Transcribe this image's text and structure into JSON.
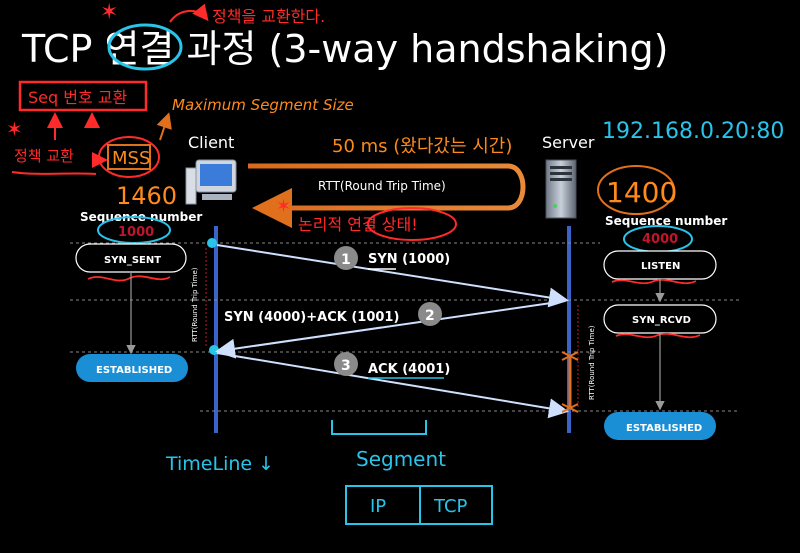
{
  "title": "TCP 연결 과정 (3-way handshaking)",
  "title_note": "정책을 교환한다.",
  "annotations": {
    "seq_exchange": "Seq 번호 교환",
    "max_segment_size": "Maximum Segment Size",
    "policy_exchange": "정책 교환",
    "mss": "MSS",
    "client_mss": "1460",
    "server_mss": "1400",
    "server_address": "192.168.0.20:80",
    "rtt_time": "50 ms (왔다갔는 시간)",
    "logical_connection": "논리적 연결 상태!",
    "timeline": "TimeLine ↓",
    "segment": "Segment",
    "ip": "IP",
    "tcp": "TCP"
  },
  "client": {
    "label": "Client",
    "seq_label": "Sequence number",
    "seq_value": "1000",
    "states": [
      "SYN_SENT",
      "ESTABLISHED"
    ]
  },
  "server": {
    "label": "Server",
    "seq_label": "Sequence number",
    "seq_value": "4000",
    "states": [
      "LISTEN",
      "SYN_RCVD",
      "ESTABLISHED"
    ]
  },
  "rtt_banner": "RTT(Round Trip Time)",
  "rtt_vertical": "RTT(Round Trip Time)",
  "messages": [
    {
      "step": "1",
      "label": "SYN (1000)"
    },
    {
      "step": "2",
      "label": "SYN (4000)+ACK (1001)"
    },
    {
      "step": "3",
      "label": "ACK (4001)"
    }
  ],
  "colors": {
    "background": "#000000",
    "timeline_blue": "#3a64c8",
    "state_box_blue": "#1a8fd6",
    "annotation_red": "#ff2a2a",
    "annotation_orange": "#ff8a1c",
    "annotation_cyan": "#29c4ea",
    "seq_number_red": "#c0152a"
  },
  "icons": [
    "computer-icon",
    "server-icon",
    "star-icon"
  ]
}
